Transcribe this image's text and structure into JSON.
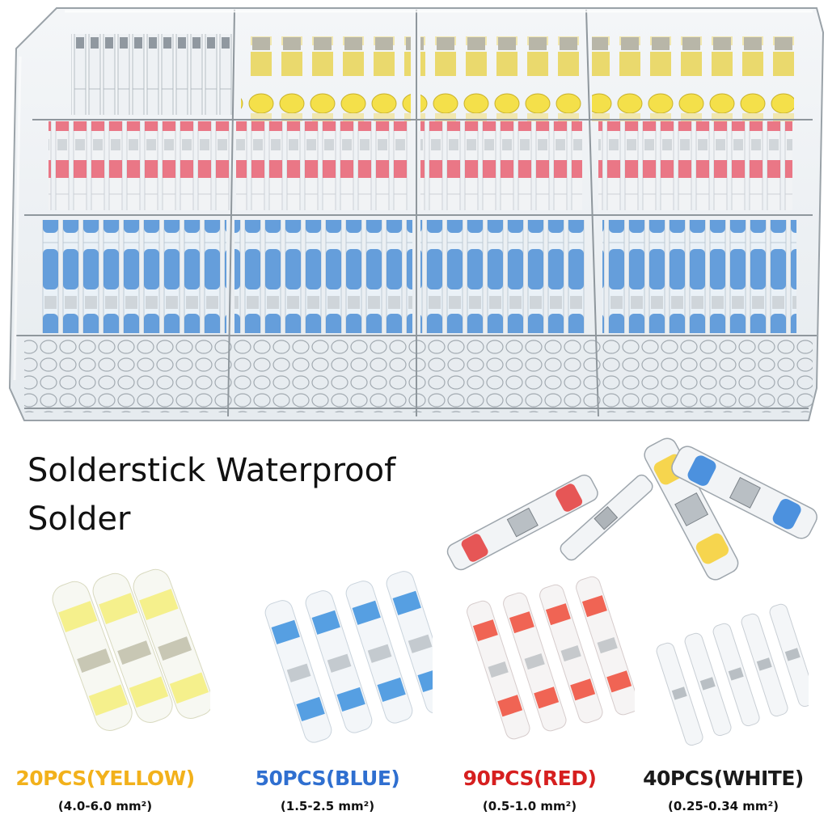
{
  "headline": {
    "line1": "Solderstick Waterproof",
    "line2": "Solder"
  },
  "products": [
    {
      "label": "20PCS(YELLOW)",
      "spec": "(4.0-6.0 mm²)",
      "color": "#f2b11b",
      "band": "#f7e332"
    },
    {
      "label": "50PCS(BLUE)",
      "spec": "(1.5-2.5 mm²)",
      "color": "#2f6fd0",
      "band": "#3a92dc"
    },
    {
      "label": "90PCS(RED)",
      "spec": "(0.5-1.0 mm²)",
      "color": "#d61f1f",
      "band": "#ee4a37"
    },
    {
      "label": "40PCS(WHITE)",
      "spec": "(0.25-0.34 mm²)",
      "color": "#1a1a1a",
      "band": "#e8eef2"
    }
  ],
  "icons": {
    "logo": "tools-logo-icon"
  }
}
